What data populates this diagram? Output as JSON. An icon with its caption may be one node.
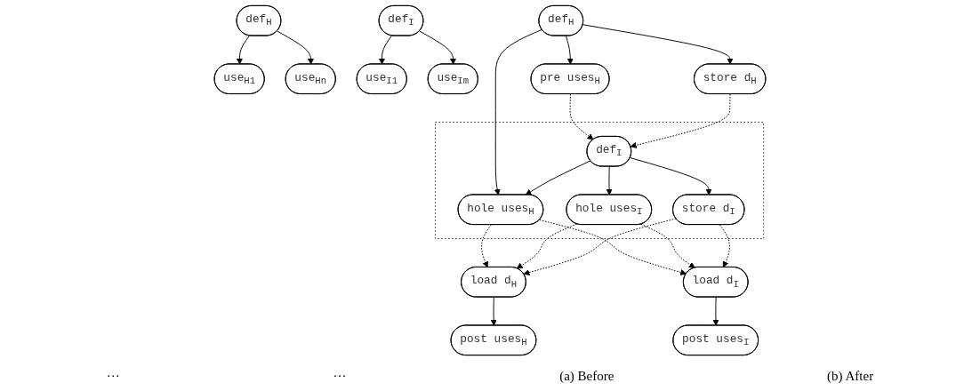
{
  "diagram": {
    "nodes": [
      {
        "text": [
          "def$_{H}$"
        ]
      },
      {
        "text": [
          "use$_{H1}$"
        ]
      },
      {
        "text": [
          "use$_{Hn}$"
        ]
      },
      {
        "text": [
          "def$_{I}$"
        ]
      },
      {
        "text": [
          "use$_{I1}$"
        ]
      },
      {
        "text": [
          "use$_{Im}$"
        ]
      },
      {
        "text": [
          "def$_{H}$"
        ]
      },
      {
        "text": [
          "pre uses$_{H}$"
        ]
      },
      {
        "text": [
          "store d$_{H}$"
        ]
      },
      {
        "text": [],
        "shape": "box"
      },
      {
        "text": [
          "def$_{I}$"
        ],
        "in": 9
      },
      {
        "text": [
          "hole uses$_{H}$"
        ],
        "in": 9
      },
      {
        "text": [
          "hole uses$_{I}$"
        ],
        "in": 9
      },
      {
        "text": [
          "store d$_{I}$"
        ],
        "in": 9
      },
      {
        "text": [
          "load d$_{H}$"
        ]
      },
      {
        "text": [
          "load d$_{I}$"
        ]
      },
      {
        "text": [
          "post uses$_{H}$"
        ]
      },
      {
        "text": [
          "post uses$_{I}$"
        ]
      }
    ],
    "edges": [
      {
        "from": 0,
        "to": 1,
        "arrow": "to"
      },
      {
        "from": 0,
        "to": 2,
        "arrow": "to"
      },
      {
        "from": 3,
        "to": 4,
        "arrow": "to"
      },
      {
        "from": 3,
        "to": 5,
        "arrow": "to"
      },
      {
        "from": 6,
        "to": 7,
        "arrow": "to"
      },
      {
        "from": 6,
        "to": 8,
        "arrow": "to"
      },
      {
        "from": 6,
        "to": 11,
        "arrow": "to"
      },
      {
        "from": 7,
        "to": 10,
        "arrow": "to",
        "style": "dashed"
      },
      {
        "from": 8,
        "to": 10,
        "arrow": "to",
        "style": "dashed"
      },
      {
        "from": 10,
        "to": 11,
        "arrow": "to"
      },
      {
        "from": 10,
        "to": 12,
        "arrow": "to"
      },
      {
        "from": 10,
        "to": 13,
        "arrow": "to"
      },
      {
        "from": 11,
        "to": 14,
        "arrow": "to",
        "style": "dashed"
      },
      {
        "from": 11,
        "to": 15,
        "arrow": "to",
        "style": "dashed"
      },
      {
        "from": 12,
        "to": 14,
        "arrow": "to",
        "style": "dashed"
      },
      {
        "from": 12,
        "to": 15,
        "arrow": "to",
        "style": "dashed"
      },
      {
        "from": 13,
        "to": 14,
        "arrow": "to",
        "style": "dashed"
      },
      {
        "from": 13,
        "to": 15,
        "arrow": "to",
        "style": "dashed"
      },
      {
        "from": 14,
        "to": 16,
        "arrow": "to"
      },
      {
        "from": 15,
        "to": 17,
        "arrow": "to"
      }
    ],
    "labels": [
      "···",
      "···",
      "(a) Before",
      "(b) After"
    ]
  }
}
